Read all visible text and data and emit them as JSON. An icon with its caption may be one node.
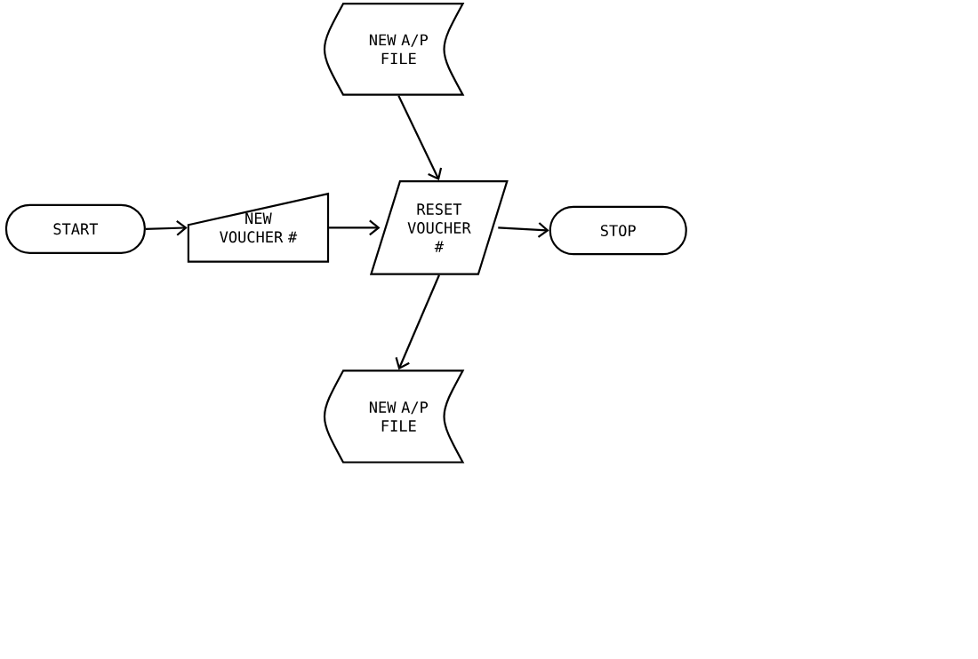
{
  "diagram": {
    "nodes": [
      {
        "text": [
          "NEW A/P FILE"
        ]
      },
      {
        "text": [
          "START"
        ]
      },
      {
        "text": [
          "NEW VOUCHER #"
        ]
      },
      {
        "text": [
          "RESET VOUCHER #"
        ]
      },
      {
        "text": [
          "STOP"
        ]
      },
      {
        "text": [
          "NEW A/P FILE"
        ]
      }
    ],
    "edges": [
      {
        "from": 0,
        "to": 3,
        "arrow": "to"
      },
      {
        "from": 1,
        "to": 2,
        "arrow": "to"
      },
      {
        "from": 2,
        "to": 3,
        "arrow": "to"
      },
      {
        "from": 3,
        "to": 4,
        "arrow": "to"
      },
      {
        "from": 3,
        "to": 5,
        "arrow": "to"
      }
    ]
  }
}
